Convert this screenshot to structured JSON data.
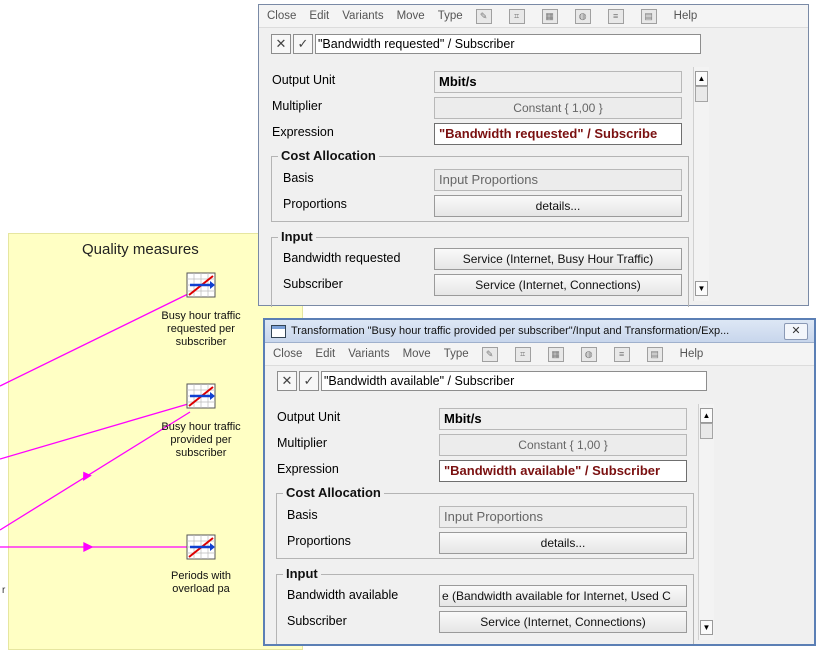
{
  "canvas": {
    "panel_title": "Quality measures",
    "nodes": [
      {
        "label_lines": [
          "Busy hour traffic",
          "requested per",
          "subscriber"
        ]
      },
      {
        "label_lines": [
          "Busy hour traffic",
          "provided per",
          "subscriber"
        ]
      },
      {
        "label_lines": [
          "Periods with",
          "overload pa"
        ]
      }
    ],
    "stub_label": "r"
  },
  "windows": [
    {
      "has_titlebar": false,
      "title": "",
      "close_glyph": "",
      "menu": [
        "Close",
        "Edit",
        "Variants",
        "Move",
        "Type"
      ],
      "help": "Help",
      "toolbar_icons": [
        "edit-icon",
        "chart-icon",
        "table-icon",
        "globe-icon",
        "list-icon",
        "clipboard-icon"
      ],
      "cancel_glyph": "✕",
      "confirm_glyph": "✓",
      "expression_bar": "\"Bandwidth requested\" / Subscriber",
      "output_unit_label": "Output Unit",
      "output_unit": "Mbit/s",
      "multiplier_label": "Multiplier",
      "multiplier": "Constant { 1,00 }",
      "expression_label": "Expression",
      "expression": "\"Bandwidth requested\" / Subscribe",
      "cost_allocation_title": "Cost Allocation",
      "basis_label": "Basis",
      "basis": "Input Proportions",
      "proportions_label": "Proportions",
      "proportions_button": "details...",
      "input_title": "Input",
      "inputs": [
        {
          "label": "Bandwidth requested",
          "value": "Service (Internet, Busy Hour Traffic)"
        },
        {
          "label": "Subscriber",
          "value": "Service (Internet, Connections)"
        }
      ],
      "scroll_up": "▲",
      "scroll_down": "▼"
    },
    {
      "has_titlebar": true,
      "title": "Transformation \"Busy hour traffic provided per subscriber\"/Input and Transformation/Exp...",
      "close_glyph": "✕",
      "menu": [
        "Close",
        "Edit",
        "Variants",
        "Move",
        "Type"
      ],
      "help": "Help",
      "toolbar_icons": [
        "edit-icon",
        "chart-icon",
        "table-icon",
        "globe-icon",
        "list-icon",
        "clipboard-icon"
      ],
      "cancel_glyph": "✕",
      "confirm_glyph": "✓",
      "expression_bar": "\"Bandwidth available\" / Subscriber",
      "output_unit_label": "Output Unit",
      "output_unit": "Mbit/s",
      "multiplier_label": "Multiplier",
      "multiplier": "Constant { 1,00 }",
      "expression_label": "Expression",
      "expression": "\"Bandwidth available\" / Subscriber",
      "cost_allocation_title": "Cost Allocation",
      "basis_label": "Basis",
      "basis": "Input Proportions",
      "proportions_label": "Proportions",
      "proportions_button": "details...",
      "input_title": "Input",
      "inputs": [
        {
          "label": "Bandwidth available",
          "value": "e (Bandwidth available for Internet, Used C"
        },
        {
          "label": "Subscriber",
          "value": "Service (Internet, Connections)"
        }
      ],
      "scroll_up": "▲",
      "scroll_down": "▼"
    }
  ],
  "colors": {
    "wire": "#ff00ff",
    "panel": "#ffffc4",
    "expression_text": "#7a1010"
  }
}
